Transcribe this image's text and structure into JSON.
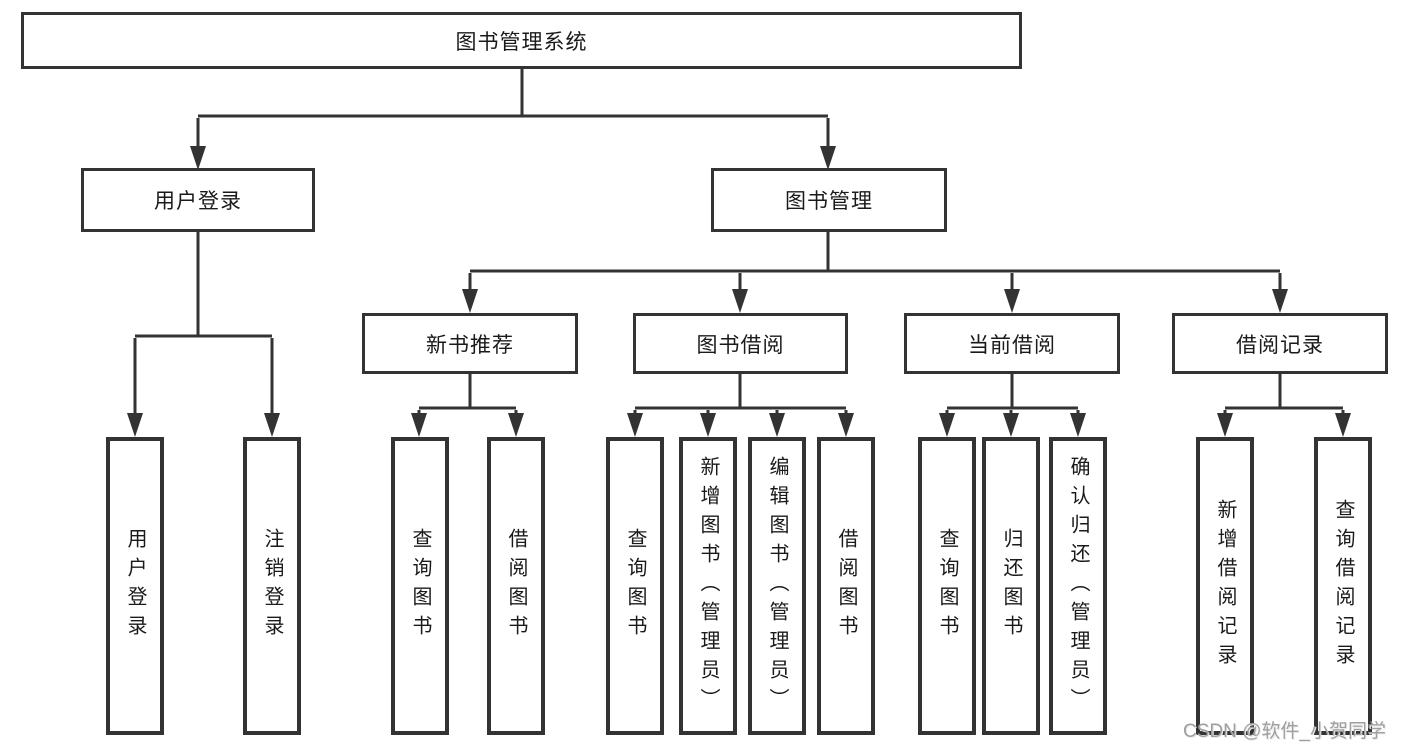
{
  "colors": {
    "bg": "#ffffff",
    "line": "#333333",
    "border": "#333333",
    "text": "#1a1a1a",
    "watermark": "#9f9f9f"
  },
  "nodes": {
    "root": "图书管理系统",
    "user_login": "用户登录",
    "book_mgmt": "图书管理",
    "new_book": "新书推荐",
    "book_borrow": "图书借阅",
    "current_borrow": "当前借阅",
    "borrow_record": "借阅记录",
    "ul_login": "用户登录",
    "ul_logout": "注销登录",
    "nb_query": "查询图书",
    "nb_borrow": "借阅图书",
    "bb_query": "查询图书",
    "bb_add": "新增图书（管理员）",
    "bb_edit": "编辑图书（管理员）",
    "bb_borrow": "借阅图书",
    "cb_query": "查询图书",
    "cb_return": "归还图书",
    "cb_confirm": "确认归还（管理员）",
    "br_add": "新增借阅记录",
    "br_query": "查询借阅记录"
  },
  "watermark": "CSDN @软件_小贺同学"
}
